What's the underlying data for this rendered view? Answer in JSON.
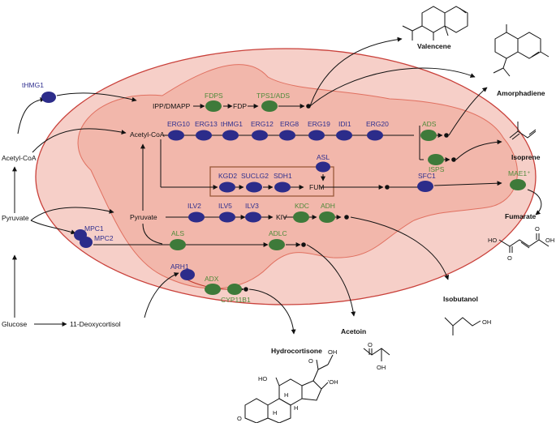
{
  "cytosol": {
    "acetyl_coa": "Acetyl-CoA",
    "pyruvate": "Pyruvate",
    "glucose": "Glucose",
    "deoxycortisol": "11-Deoxycortisol",
    "thmg1": "tHMG1",
    "mpc1": "MPC1",
    "mpc2": "MPC2",
    "arh1": "ARH1"
  },
  "mitochondrion": {
    "ipp_dmapp": "IPP/DMAPP",
    "fdp": "FDP",
    "fdps": "FDPS",
    "tps1_ads": "TPS1/ADS",
    "acetyl_coa": "Acetyl-CoA",
    "erg_chain": [
      "ERG10",
      "ERG13",
      "tHMG1",
      "ERG12",
      "ERG8",
      "ERG19",
      "IDI1",
      "ERG20"
    ],
    "ads": "ADS",
    "isps": "ISPS",
    "asl": "ASL",
    "tca_enzymes": [
      "KGD2",
      "SUCLG2",
      "SDH1"
    ],
    "fum": "FUM",
    "sfc1": "SFC1",
    "pyruvate": "Pyruvate",
    "ilv_chain": [
      "ILV2",
      "ILV5",
      "ILV3"
    ],
    "kiv": "KIV",
    "kdc": "KDC",
    "adh": "ADH",
    "als": "ALS",
    "adlc": "ADLC",
    "adx": "ADX",
    "cyp11b1": "CYP11B1"
  },
  "outside": {
    "mae1": "MAE1⁺"
  },
  "products": {
    "valencene": "Valencene",
    "amorphadiene": "Amorphadiene",
    "isoprene": "Isoprene",
    "fumarate": "Fumarate",
    "isobutanol": "Isobutanol",
    "acetoin": "Acetoin",
    "hydrocortisone": "Hydrocortisone"
  },
  "structure_labels": {
    "fumarate_ho_left": "HO",
    "fumarate_o_left": "O",
    "fumarate_o_right": "O",
    "fumarate_oh_right": "OH",
    "isobutanol_oh": "OH",
    "acetoin_o": "O",
    "acetoin_oh": "OH",
    "hc_ho": "HO",
    "hc_o_top": "O",
    "hc_oh_top": "OH",
    "hc_oh_side": "'OH",
    "hc_h1": "H",
    "hc_h2": "H",
    "hc_h3": "H",
    "hc_o_ring": "O"
  },
  "colors": {
    "mito_fill": "#f6cfc8",
    "mito_stroke": "#c9403a",
    "inner_fill": "#f2b7ab",
    "inner_stroke": "#e07060",
    "tca_box_stroke": "#9a5a3a",
    "enzyme_blue": "#2c2c8a",
    "enzyme_green": "#3e7a3a",
    "label_blue": "#2f2f8f",
    "label_green": "#4f8a3a"
  }
}
